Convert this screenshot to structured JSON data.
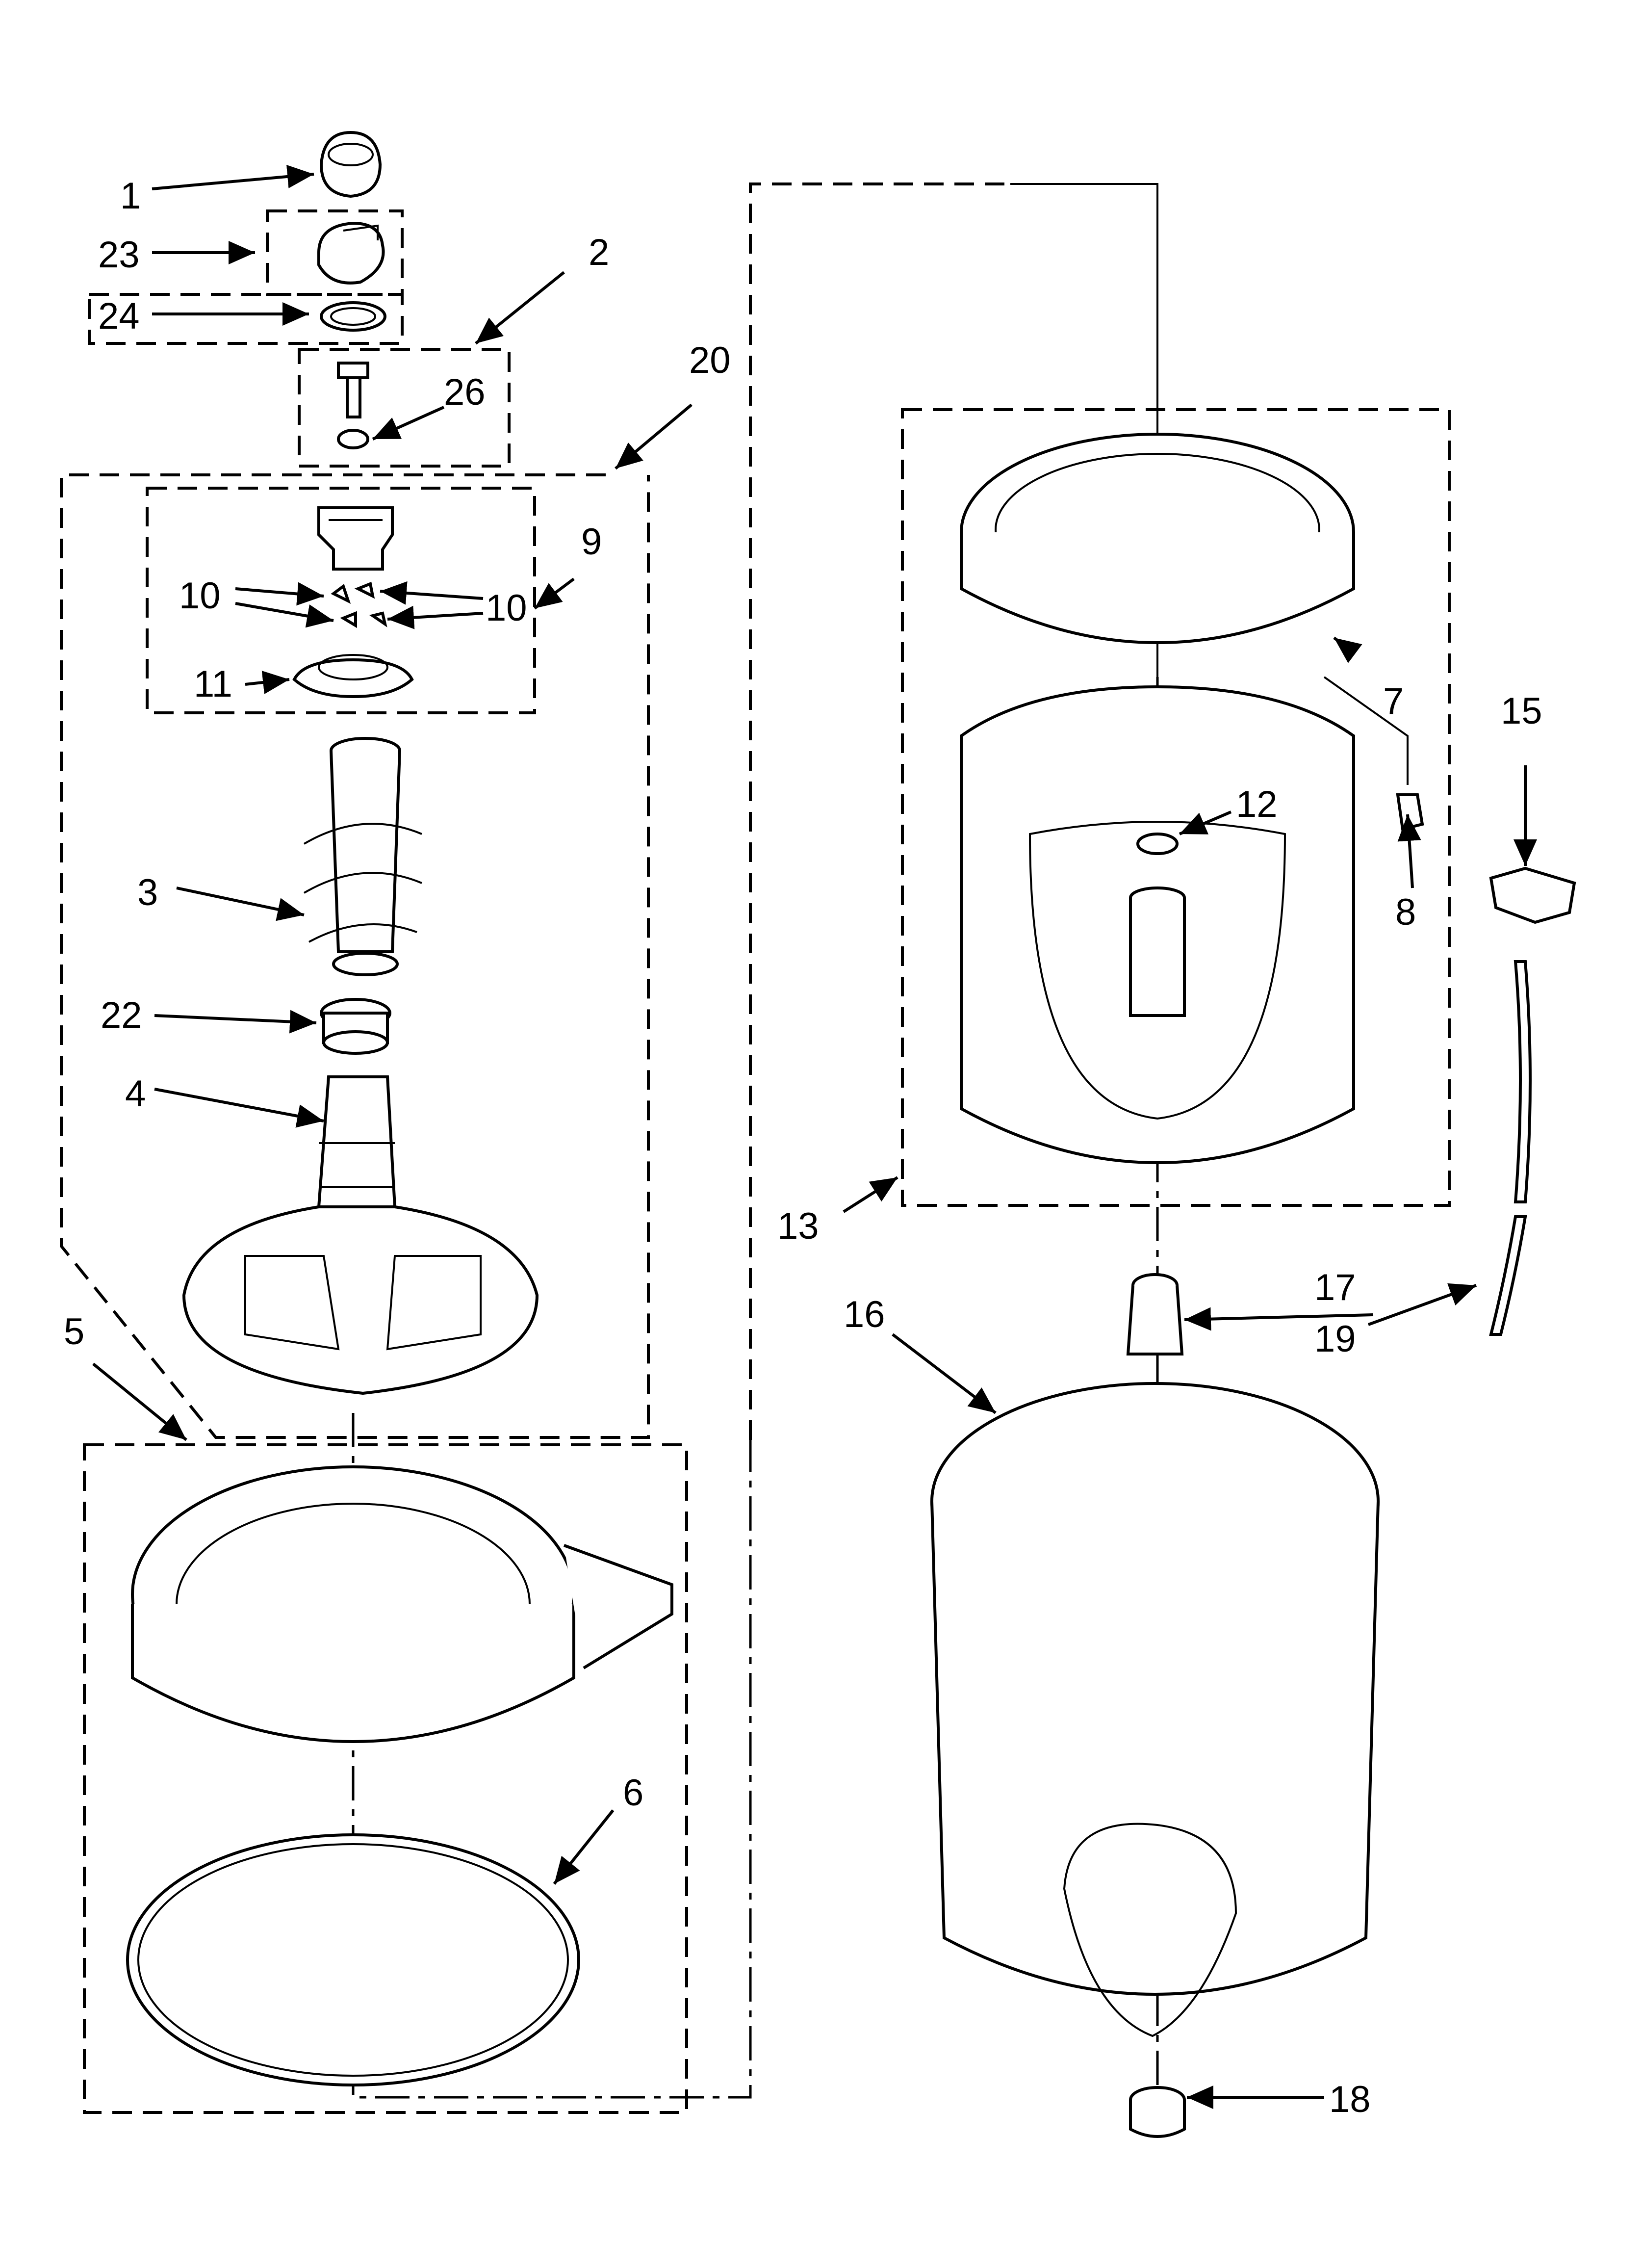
{
  "callouts": [
    {
      "id": "c1",
      "text": "1"
    },
    {
      "id": "c2",
      "text": "2"
    },
    {
      "id": "c3",
      "text": "3"
    },
    {
      "id": "c4",
      "text": "4"
    },
    {
      "id": "c5",
      "text": "5"
    },
    {
      "id": "c6",
      "text": "6"
    },
    {
      "id": "c7",
      "text": "7"
    },
    {
      "id": "c8",
      "text": "8"
    },
    {
      "id": "c9",
      "text": "9"
    },
    {
      "id": "c10a",
      "text": "10"
    },
    {
      "id": "c10b",
      "text": "10"
    },
    {
      "id": "c11",
      "text": "11"
    },
    {
      "id": "c12",
      "text": "12"
    },
    {
      "id": "c13",
      "text": "13"
    },
    {
      "id": "c15",
      "text": "15"
    },
    {
      "id": "c16",
      "text": "16"
    },
    {
      "id": "c17",
      "text": "17"
    },
    {
      "id": "c18",
      "text": "18"
    },
    {
      "id": "c19",
      "text": "19"
    },
    {
      "id": "c20",
      "text": "20"
    },
    {
      "id": "c22",
      "text": "22"
    },
    {
      "id": "c23",
      "text": "23"
    },
    {
      "id": "c24",
      "text": "24"
    },
    {
      "id": "c26",
      "text": "26"
    }
  ]
}
